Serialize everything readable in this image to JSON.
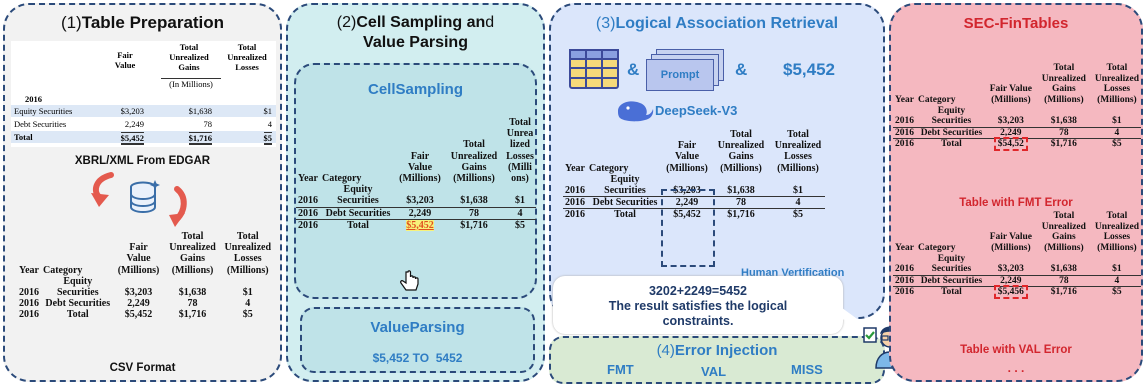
{
  "panel1": {
    "num": "(1)",
    "title": "Table Preparation",
    "html_table": {
      "headers": [
        "",
        "Fair Value",
        "Total Unrealized Gains",
        "Total Unrealized Losses"
      ],
      "subheader": "(In Millions)",
      "year": "2016",
      "rows": [
        [
          "Equity Securities",
          "$3,203",
          "$1,638",
          "$1"
        ],
        [
          "Debt Securities",
          "2,249",
          "78",
          "4"
        ],
        [
          "Total",
          "$5,452",
          "$1,716",
          "$5"
        ]
      ]
    },
    "source_label": "XBRL/XML From EDGAR",
    "csv_label": "CSV Format"
  },
  "table": {
    "headers": [
      "Year",
      "Category",
      "Fair Value (Millions)",
      "Total Unrealized Gains (Millions)",
      "Total Unrealized Losses (Millions)"
    ],
    "rows": [
      [
        "2016",
        "Equity Securities",
        "$3,203",
        "$1,638",
        "$1"
      ],
      [
        "2016",
        "Debt Securities",
        "2,249",
        "78",
        "4"
      ],
      [
        "2016",
        "Total",
        "$5,452",
        "$1,716",
        "$5"
      ]
    ]
  },
  "panel2": {
    "num": "(2)",
    "title_a": "Cell Sampling an",
    "title_b": "d",
    "title_c": "Value Parsing",
    "cell_sampling": "CellSampling",
    "value_parsing": "ValueParsing",
    "parse_result": "$5,452 TO  5452"
  },
  "panel3": {
    "num": "(3)",
    "title": "Logical Association Retrieval",
    "prompt_label": "Prompt",
    "amp": "&",
    "value": "$5,452",
    "model": "DeepSeek-V3",
    "human_label": "Human Vertification",
    "check_eq": "3202+2249=5452",
    "check_msg": "The result satisfies the logical constraints."
  },
  "panel4": {
    "num": "(4)",
    "title": "Error Injection",
    "types": [
      "FMT",
      "VAL",
      "MISS"
    ]
  },
  "panel5": {
    "title": "SEC-FinTables",
    "fmt_caption": "Table with FMT Error",
    "val_caption": "Table with VAL Error",
    "fmt_value": "$54,52",
    "val_value": "$5,456",
    "ellipsis": ". . ."
  },
  "colors": {
    "panel1_bg": "#f2f2f2",
    "panel2_bg": "#d2eef0",
    "panel3_bg": "#dbe6fb",
    "panel4_bg": "#d9ead3",
    "panel5_bg": "#f5b8c0",
    "highlight_fill": "#f7f27a",
    "highlight_text": "#e05020",
    "error_box": "#e0262a",
    "blue_title": "#2f7dc4"
  }
}
